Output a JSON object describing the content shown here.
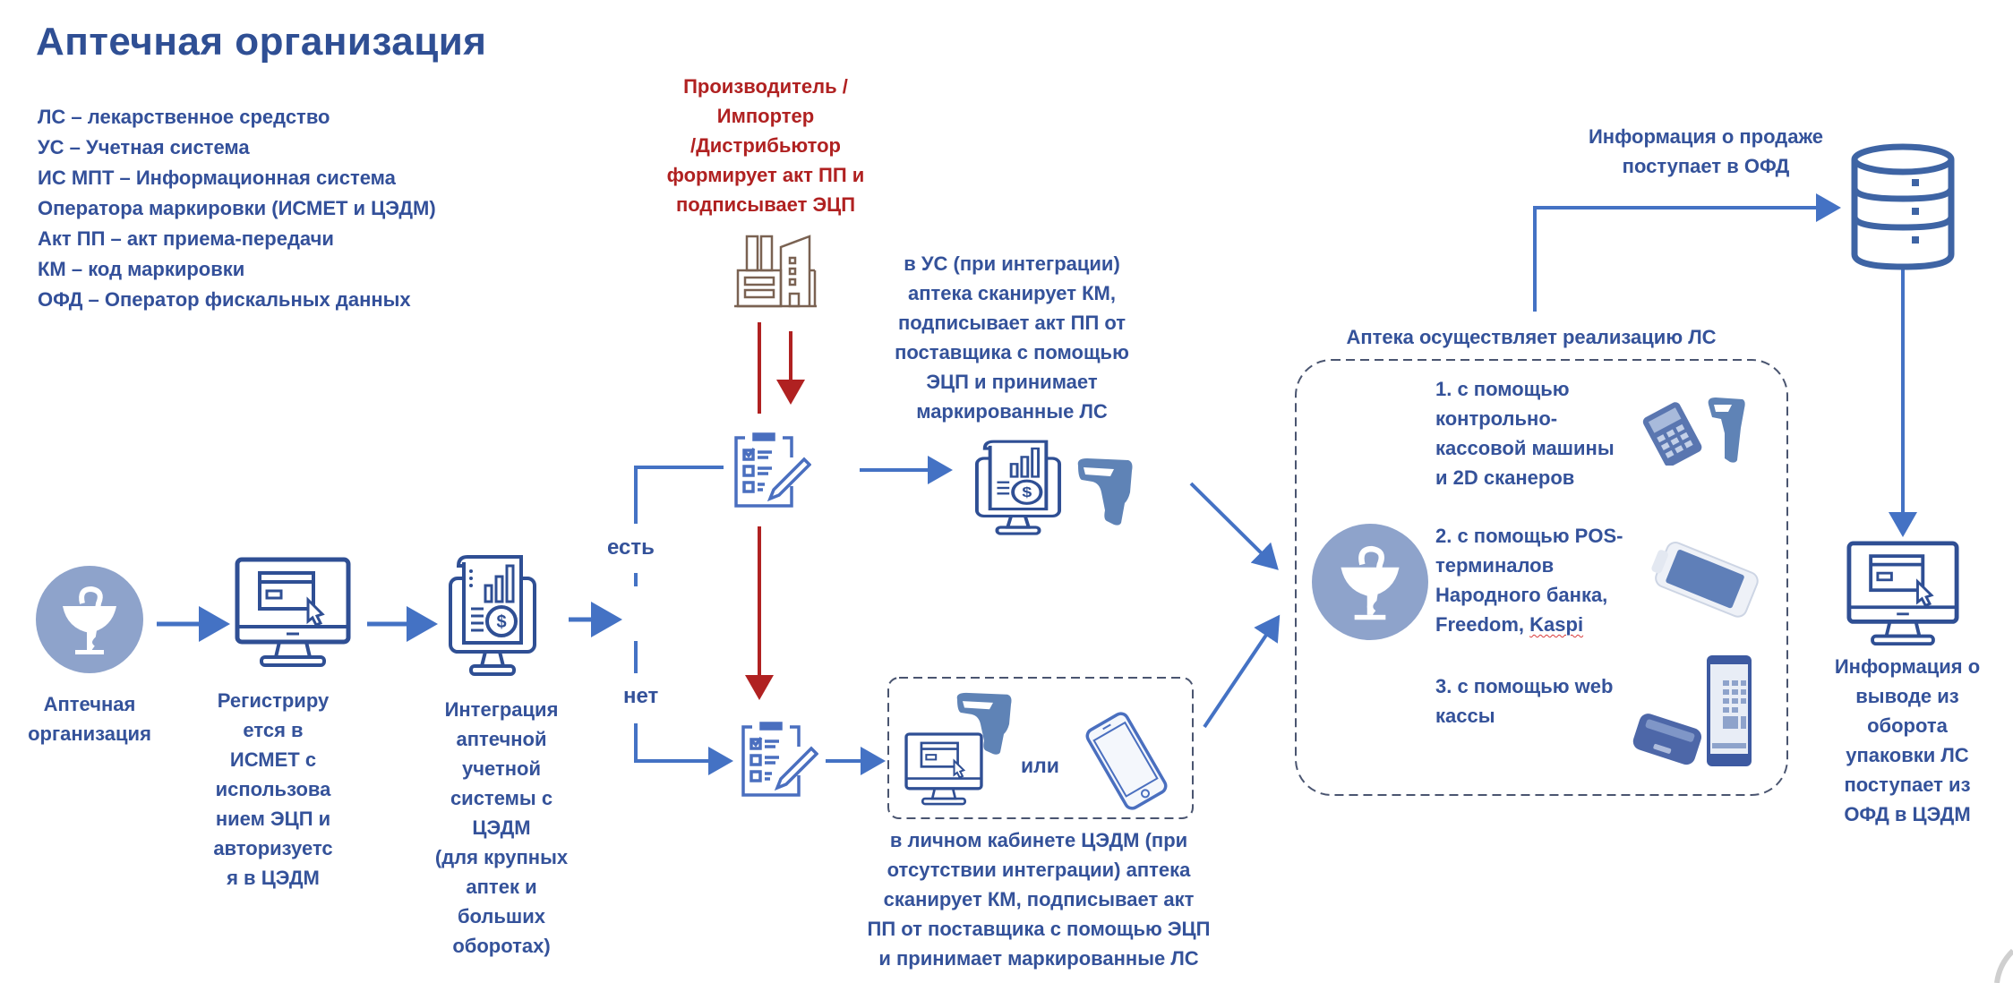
{
  "title": "Аптечная организация",
  "legend": [
    "ЛС – лекарственное средство",
    "УС – Учетная система",
    "ИС МПТ – Информационная система",
    "Оператора маркировки (ИСМЕТ и ЦЭДМ)",
    "Акт ПП – акт приема-передачи",
    "КМ – код маркировки",
    "ОФД – Оператор фискальных данных"
  ],
  "colors": {
    "primary": "#34529a",
    "arrow": "#4472c4",
    "supplier": "#b02121",
    "icon_fill": "#8ea3cb",
    "factory": "#7a6252"
  },
  "supplier": {
    "lines": [
      "Производитель /",
      "Импортер",
      "/Дистрибьютор",
      "формирует акт ПП и",
      "подписывает ЭЦП"
    ],
    "icon": "factory-icon"
  },
  "steps": {
    "pharmacy": {
      "lines": [
        "Аптечная",
        "организация"
      ],
      "icon": "pharmacy-bowl-icon"
    },
    "register": {
      "lines": [
        "Регистриру",
        "ется в",
        "ИСМЕТ с",
        "использова",
        "нием ЭЦП и",
        "авторизуетс",
        "я в ЦЭДМ"
      ],
      "icon": "monitor-cursor-icon"
    },
    "integration": {
      "lines": [
        "Интеграция",
        "аптечной",
        "учетной",
        "системы с",
        "ЦЭДМ",
        "(для крупных",
        "аптек и",
        "больших",
        "оборотах)"
      ],
      "icon": "report-monitor-icon"
    }
  },
  "branch": {
    "yes_label": "есть",
    "no_label": "нет"
  },
  "with_integration": {
    "lines": [
      "в УС (при интеграции)",
      "аптека сканирует КМ,",
      "подписывает акт ПП от",
      "поставщика с помощью",
      "ЭЦП  и  принимает",
      "маркированные ЛС"
    ],
    "icons": [
      "checklist-icon",
      "report-monitor-icon",
      "barcode-scanner-icon"
    ]
  },
  "without_integration": {
    "or_label": "или",
    "lines": [
      "в личном кабинете ЦЭДМ (при",
      "отсутствии интеграции) аптека",
      "сканирует КМ, подписывает акт",
      "ПП от поставщика с помощью ЭЦП",
      "и  принимает маркированные ЛС"
    ],
    "icons": [
      "checklist-icon",
      "monitor-cursor-icon",
      "barcode-scanner-icon",
      "smartphone-icon"
    ]
  },
  "sales": {
    "heading": "Аптека осуществляет реализацию ЛС",
    "options": [
      {
        "lines": [
          "1. с помощью",
          "контрольно-",
          "кассовой машины",
          "и 2D сканеров"
        ],
        "icon": "cash-register-scanner-icon"
      },
      {
        "lines": [
          "2. с помощью POS-",
          "терминалов",
          "Народного банка,"
        ],
        "last_line_prefix": "Freedom, ",
        "last_line_underlined": "Kaspi",
        "icon": "pos-terminal-icon"
      },
      {
        "lines": [
          "3. с помощью web",
          "кассы"
        ],
        "icon": "web-cash-register-icon"
      }
    ]
  },
  "ofd": {
    "lines": [
      "Информация о продаже",
      "поступает в ОФД"
    ],
    "icon": "database-icon"
  },
  "cedm": {
    "lines": [
      "Информация о",
      "выводе из",
      "оборота",
      "упаковки ЛС",
      "поступает из",
      "ОФД в ЦЭДМ"
    ],
    "icon": "monitor-cursor-icon"
  }
}
